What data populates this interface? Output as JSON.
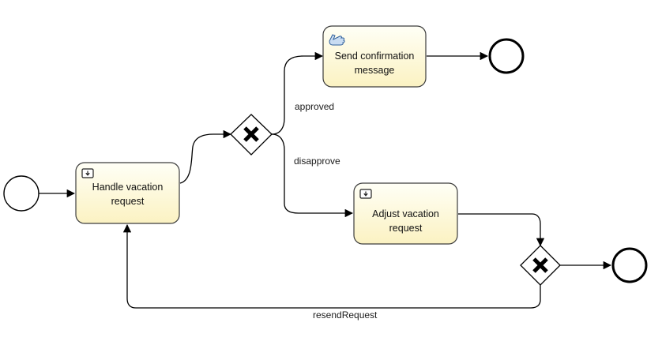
{
  "diagram": {
    "tasks": {
      "handle": {
        "line1": "Handle vacation",
        "line2": "request",
        "icon": "user-task-form-icon"
      },
      "send": {
        "line1": "Send confirmation",
        "line2": "message",
        "icon": "manual-task-hand-icon"
      },
      "adjust": {
        "line1": "Adjust vacation",
        "line2": "request",
        "icon": "user-task-form-icon"
      }
    },
    "flows": {
      "approved": "approved",
      "disapprove": "disapprove",
      "resend": "resendRequest"
    },
    "colors": {
      "task_fill_top": "#fffff4",
      "task_fill_bottom": "#fbf3c8",
      "task_stroke": "#3c3c3c",
      "line": "#000000"
    }
  }
}
